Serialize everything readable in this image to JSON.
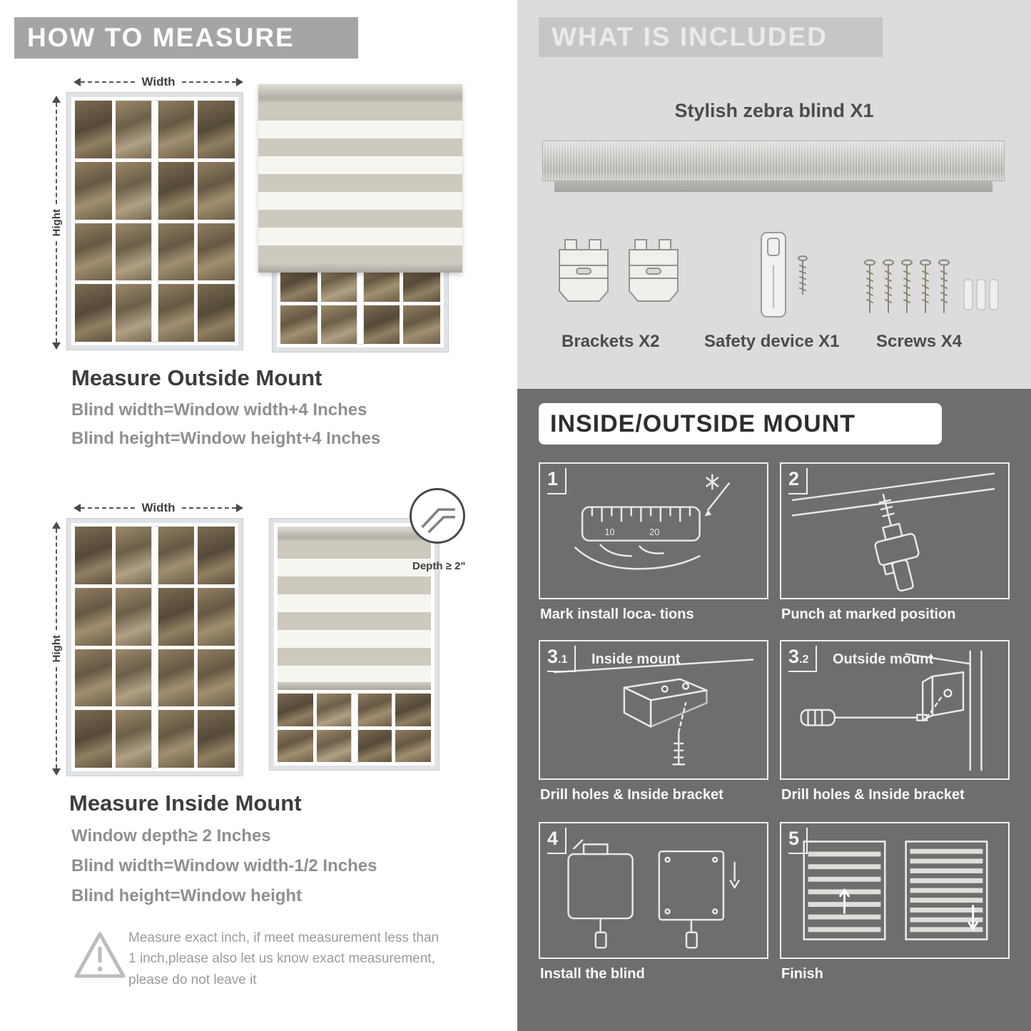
{
  "palette": {
    "left_banner_bg": "#a5a5a5",
    "included_bg": "#dcdcdc",
    "included_banner_bg": "#c6c6c6",
    "mount_bg": "#6e6e6e",
    "heading_text": "#3d3d3d",
    "body_text": "#8f8f8f",
    "stripe_gray": "#cdc9be"
  },
  "left": {
    "banner": "HOW TO MEASURE",
    "outside": {
      "width_label": "Width",
      "height_label": "Hight",
      "title": "Measure Outside Mount",
      "lines": [
        "Blind width=Window width+4 Inches",
        "Blind height=Window height+4 Inches"
      ]
    },
    "inside": {
      "width_label": "Width",
      "height_label": "Hight",
      "depth_label": "Depth ≥ 2\"",
      "title": "Measure Inside Mount",
      "lines": [
        "Window depth≥ 2 Inches",
        "Blind width=Window width-1/2 Inches",
        "Blind height=Window height"
      ]
    },
    "warning_icon": "!",
    "warning_text": "Measure exact inch, if meet measurement less than 1 inch,please also let us know exact measurement, please do not leave it"
  },
  "right": {
    "included": {
      "banner": "WHAT IS INCLUDED",
      "blind_label": "Stylish zebra blind X1",
      "items": [
        {
          "label": "Brackets X2",
          "icon": "brackets-icon"
        },
        {
          "label": "Safety device X1",
          "icon": "safety-device-icon"
        },
        {
          "label": "Screws X4",
          "icon": "screws-icon"
        }
      ]
    },
    "mount": {
      "banner": "INSIDE/OUTSIDE MOUNT",
      "steps": [
        {
          "num": "1",
          "caption": "Mark install loca- tions"
        },
        {
          "num": "2",
          "caption": "Punch at  marked position"
        },
        {
          "num": "3",
          "sub": ".1",
          "title": "Inside mount",
          "caption": "Drill holes &  Inside bracket"
        },
        {
          "num": "3",
          "sub": ".2",
          "title": "Outside mount",
          "caption": "Drill holes &  Inside bracket"
        },
        {
          "num": "4",
          "caption": "Install the blind"
        },
        {
          "num": "5",
          "caption": "Finish"
        }
      ]
    }
  }
}
